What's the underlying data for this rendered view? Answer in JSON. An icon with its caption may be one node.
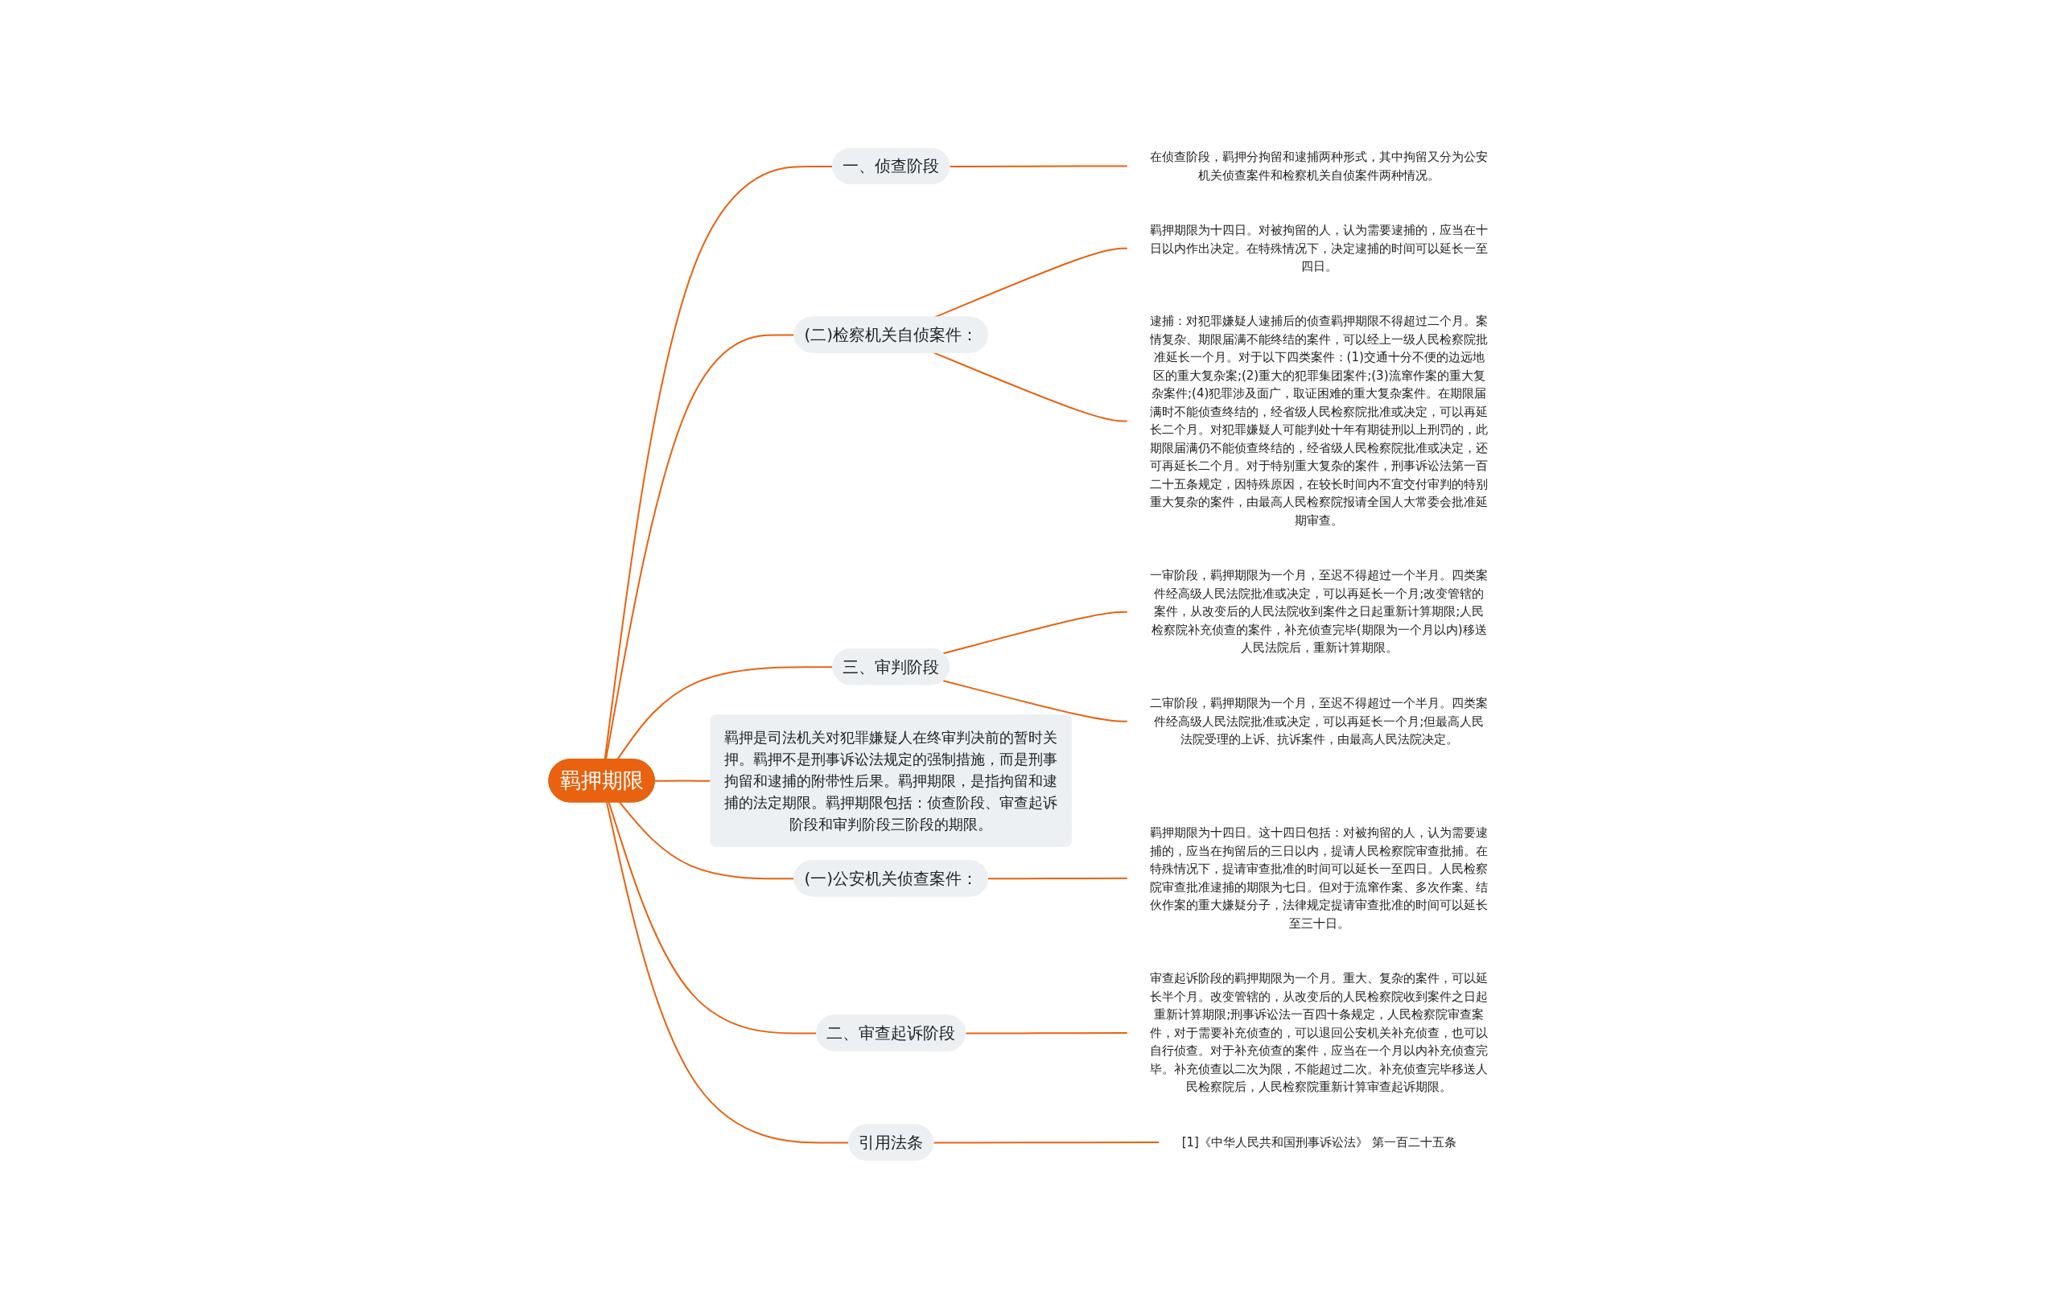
{
  "diagram": {
    "nodes": [
      {
        "text": [
          "羁押期限"
        ]
      },
      {
        "text": [
          "一、侦查阶段"
        ]
      },
      {
        "text": [
          "在侦查阶段，羁押分拘留和逮捕两种形式，其中拘留又分为公安机关侦查案件和检察机关自侦案件两种情况。"
        ]
      },
      {
        "text": [
          "(二)检察机关自侦案件："
        ]
      },
      {
        "text": [
          "羁押期限为十四日。对被拘留的人，认为需要逮捕的，应当在十日以内作出决定。在特殊情况下，决定逮捕的时间可以延长一至四日。"
        ]
      },
      {
        "text": [
          "逮捕：对犯罪嫌疑人逮捕后的侦查羁押期限不得超过二个月。案情复杂、期限届满不能终结的案件，可以经上一级人民检察院批准延长一个月。对于以下四类案件：(1)交通十分不便的边远地区的重大复杂案;(2)重大的犯罪集团案件;(3)流窜作案的重大复杂案件;(4)犯罪涉及面广，取证困难的重大复杂案件。在期限届满时不能侦查终结的，经省级人民检察院批准或决定，可以再延长二个月。对犯罪嫌疑人可能判处十年有期徒刑以上刑罚的，此期限届满仍不能侦查终结的，经省级人民检察院批准或决定，还可再延长二个月。对于特别重大复杂的案件，刑事诉讼法第一百二十五条规定，因特殊原因，在较长时间内不宜交付审判的特别重大复杂的案件，由最高人民检察院报请全国人大常委会批准延期审查。"
        ]
      },
      {
        "text": [
          "三、审判阶段"
        ]
      },
      {
        "text": [
          "一审阶段，羁押期限为一个月，至迟不得超过一个半月。四类案件经高级人民法院批准或决定，可以再延长一个月;改变管辖的案件，从改变后的人民法院收到案件之日起重新计算期限;人民检察院补充侦查的案件，补充侦查完毕(期限为一个月以内)移送人民法院后，重新计算期限。"
        ]
      },
      {
        "text": [
          "二审阶段，羁押期限为一个月，至迟不得超过一个半月。四类案件经高级人民法院批准或决定，可以再延长一个月;但最高人民法院受理的上诉、抗诉案件，由最高人民法院决定。"
        ]
      },
      {
        "text": [
          "羁押是司法机关对犯罪嫌疑人在终审判决前的暂时关押。羁押不是刑事诉讼法规定的强制措施，而是刑事拘留和逮捕的附带性后果。羁押期限，是指拘留和逮捕的法定期限。羁押期限包括：侦查阶段、审查起诉阶段和审判阶段三阶段的期限。"
        ]
      },
      {
        "text": [
          "(一)公安机关侦查案件："
        ]
      },
      {
        "text": [
          "羁押期限为十四日。这十四日包括：对被拘留的人，认为需要逮捕的，应当在拘留后的三日以内，提请人民检察院审查批捕。在特殊情况下，提请审查批准的时间可以延长一至四日。人民检察院审查批准逮捕的期限为七日。但对于流窜作案、多次作案、结伙作案的重大嫌疑分子，法律规定提请审查批准的时间可以延长至三十日。"
        ]
      },
      {
        "text": [
          "二、审查起诉阶段"
        ]
      },
      {
        "text": [
          "审查起诉阶段的羁押期限为一个月。重大、复杂的案件，可以延长半个月。改变管辖的，从改变后的人民检察院收到案件之日起重新计算期限;刑事诉讼法一百四十条规定，人民检察院审查案件，对于需要补充侦查的，可以退回公安机关补充侦查，也可以自行侦查。对于补充侦查的案件，应当在一个月以内补充侦查完毕。补充侦查以二次为限，不能超过二次。补充侦查完毕移送人民检察院后，人民检察院重新计算审查起诉期限。"
        ]
      },
      {
        "text": [
          "引用法条"
        ]
      },
      {
        "text": [
          "[1]《中华人民共和国刑事诉讼法》 第一百二十五条"
        ]
      }
    ],
    "edges": [
      {
        "from": 0,
        "to": 1,
        "arrow": "none"
      },
      {
        "from": 1,
        "to": 2,
        "arrow": "none"
      },
      {
        "from": 0,
        "to": 3,
        "arrow": "none"
      },
      {
        "from": 3,
        "to": 4,
        "arrow": "none"
      },
      {
        "from": 3,
        "to": 5,
        "arrow": "none"
      },
      {
        "from": 0,
        "to": 6,
        "arrow": "none"
      },
      {
        "from": 6,
        "to": 7,
        "arrow": "none"
      },
      {
        "from": 6,
        "to": 8,
        "arrow": "none"
      },
      {
        "from": 0,
        "to": 9,
        "arrow": "none"
      },
      {
        "from": 0,
        "to": 10,
        "arrow": "none"
      },
      {
        "from": 10,
        "to": 11,
        "arrow": "none"
      },
      {
        "from": 0,
        "to": 12,
        "arrow": "none"
      },
      {
        "from": 12,
        "to": 13,
        "arrow": "none"
      },
      {
        "from": 0,
        "to": 14,
        "arrow": "none"
      },
      {
        "from": 14,
        "to": 15,
        "arrow": "none"
      }
    ]
  }
}
